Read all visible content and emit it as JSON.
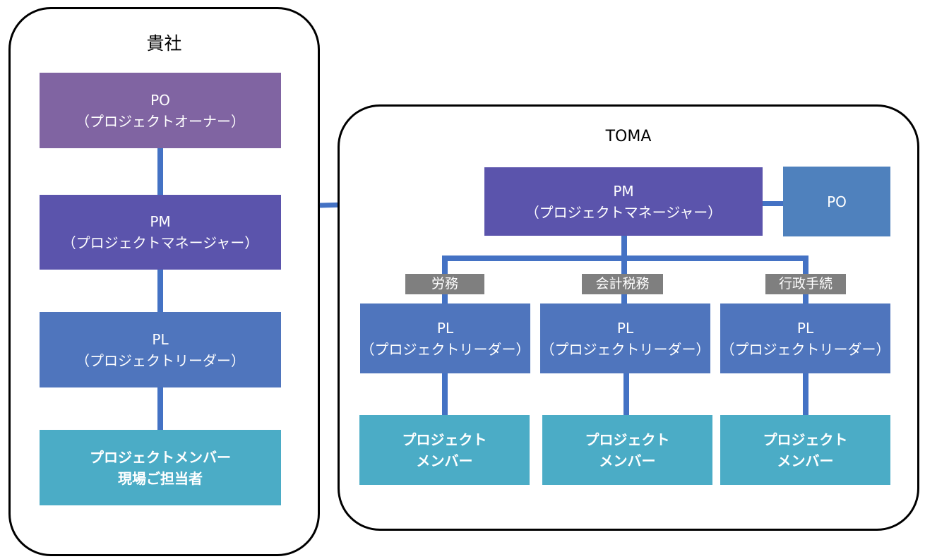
{
  "client": {
    "title": "貴社",
    "po": {
      "line1": "PO",
      "line2": "（プロジェクトオーナー）"
    },
    "pm": {
      "line1": "PM",
      "line2": "（プロジェクトマネージャー）"
    },
    "pl": {
      "line1": "PL",
      "line2": "（プロジェクトリーダー）"
    },
    "member": {
      "line1": "プロジェクトメンバー",
      "line2": "現場ご担当者"
    }
  },
  "toma": {
    "title": "TOMA",
    "pm": {
      "line1": "PM",
      "line2": "（プロジェクトマネージャー）"
    },
    "po": {
      "label": "PO"
    },
    "departments": [
      {
        "tag": "労務",
        "pl": {
          "line1": "PL",
          "line2": "（プロジェクトリーダー）"
        },
        "member": {
          "line1": "プロジェクト",
          "line2": "メンバー"
        }
      },
      {
        "tag": "会計税務",
        "pl": {
          "line1": "PL",
          "line2": "（プロジェクトリーダー）"
        },
        "member": {
          "line1": "プロジェクト",
          "line2": "メンバー"
        }
      },
      {
        "tag": "行政手続",
        "pl": {
          "line1": "PL",
          "line2": "（プロジェクトリーダー）"
        },
        "member": {
          "line1": "プロジェクト",
          "line2": "メンバー"
        }
      }
    ]
  },
  "colors": {
    "po_purple": "#8064A2",
    "pm_indigo": "#5B54AC",
    "pl_blue": "#4F75BD",
    "po_blue": "#4F81BD",
    "member_teal": "#4BACC6",
    "connector": "#4472C4",
    "tag_gray": "#7F7F7F"
  }
}
